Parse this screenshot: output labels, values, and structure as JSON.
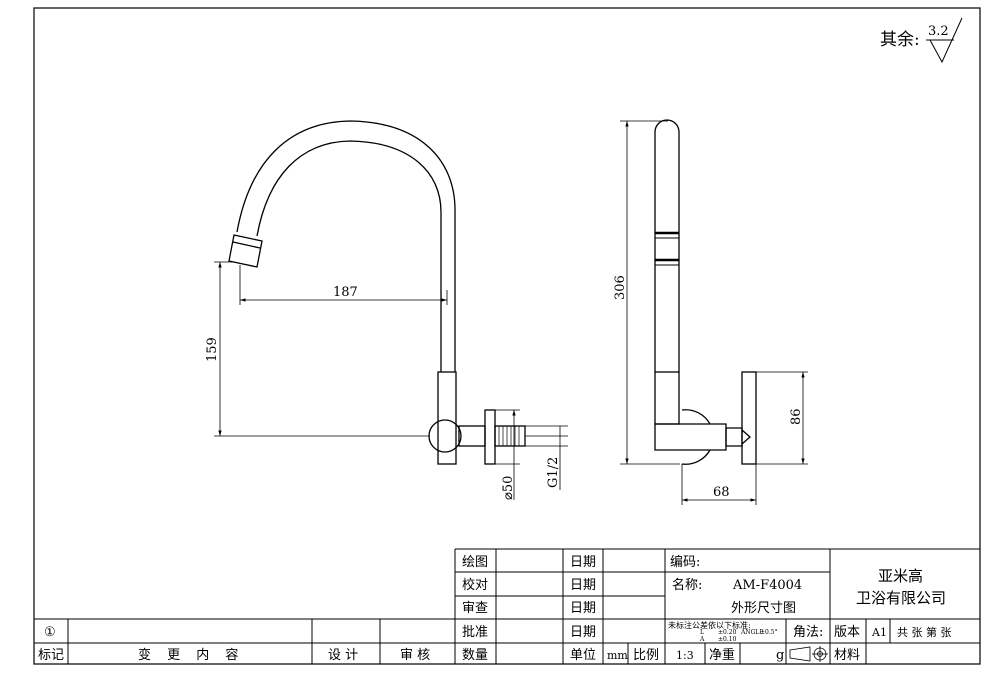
{
  "surface_finish": {
    "label": "其余:",
    "value": "3.2"
  },
  "dimensions": {
    "spout_reach": "187",
    "spout_height": "159",
    "flange_diameter": "⌀50",
    "thread": "G1/2",
    "total_height": "306",
    "body_height": "86",
    "projection": "68"
  },
  "title_block": {
    "drawn": "绘图",
    "checked": "校对",
    "reviewed": "审查",
    "approved": "批准",
    "quantity": "数量",
    "date": "日期",
    "unit": "单位",
    "unit_value": "mm",
    "scale": "比例",
    "scale_value": "1:3",
    "net_weight": "净重",
    "weight_unit": "g",
    "code": "编码:",
    "name_label": "名称:",
    "model": "AM-F4004",
    "drawing_title": "外形尺寸图",
    "tolerance_title": "未标注公差依以下标准:",
    "tolerance_l1a": "L",
    "tolerance_l1b": "±0.20",
    "tolerance_l1c": "ANGLE",
    "tolerance_l1d": "±0.5°",
    "tolerance_l2a": "A",
    "tolerance_l2b": "±0.10",
    "projection_label": "角法:",
    "version_label": "版本",
    "version_value": "A1",
    "sheets": "共  张 第  张",
    "material": "材料",
    "company_line1": "亚米高",
    "company_line2": "卫浴有限公司",
    "revision_mark": "①",
    "mark": "标记",
    "change_content": "变 更 内 容",
    "design": "设 计",
    "audit": "审 核"
  }
}
